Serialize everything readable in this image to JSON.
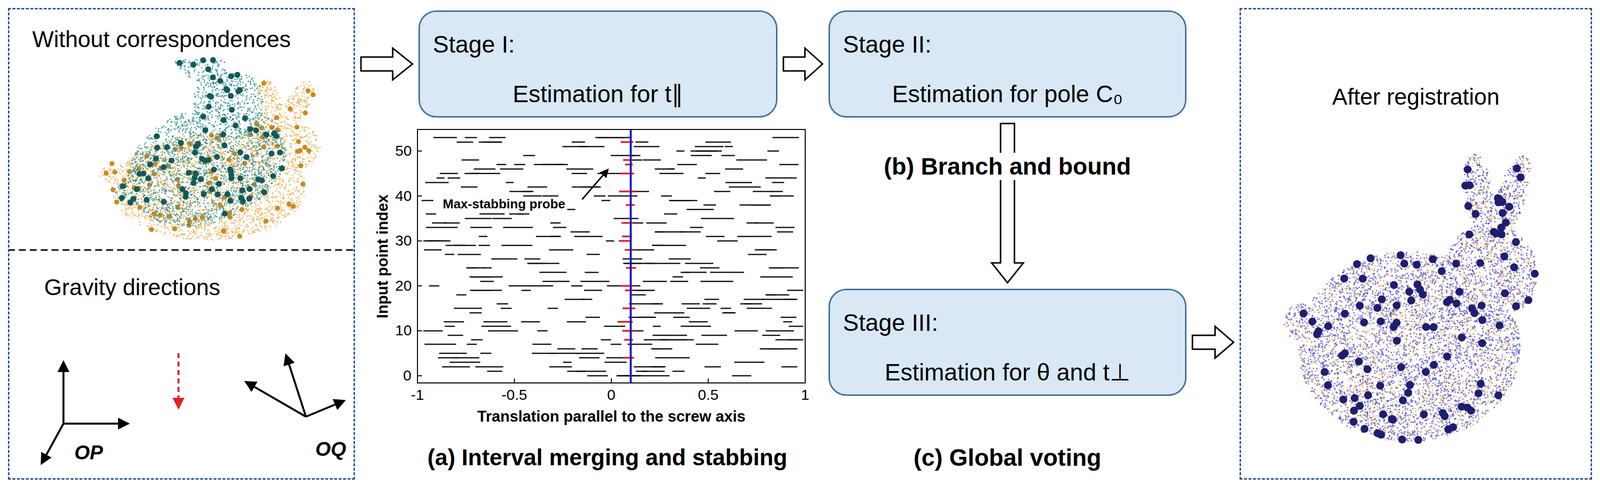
{
  "diagram": {
    "nodes": [
      {
        "text": [
          "Without correspondences",
          "Gravity directions"
        ]
      },
      {
        "text": [
          "Stage I:",
          "Estimation for t∥"
        ]
      },
      {
        "text": [
          "Stage II:",
          "Estimation for pole C₀"
        ]
      },
      {
        "text": [
          "Stage III:",
          "Estimation for θ and t⊥"
        ]
      },
      {
        "text": [
          "After registration"
        ]
      }
    ],
    "edges": [
      {
        "from": 0,
        "to": 1,
        "arrow": "to"
      },
      {
        "from": 1,
        "to": 2,
        "arrow": "to"
      },
      {
        "from": 2,
        "to": 3,
        "arrow": "to"
      },
      {
        "from": 3,
        "to": 4,
        "arrow": "to"
      }
    ],
    "labels": [
      "(a) Interval merging and stabbing",
      "(b) Branch and bound",
      "(c) Global voting",
      "Max-stabbing probe",
      "Input point index",
      "Translation parallel to the screw axis",
      "-1",
      "-0.5",
      "0",
      "0.5",
      "1",
      "0",
      "10",
      "20",
      "30",
      "40",
      "50",
      "OP",
      "OQ"
    ]
  }
}
